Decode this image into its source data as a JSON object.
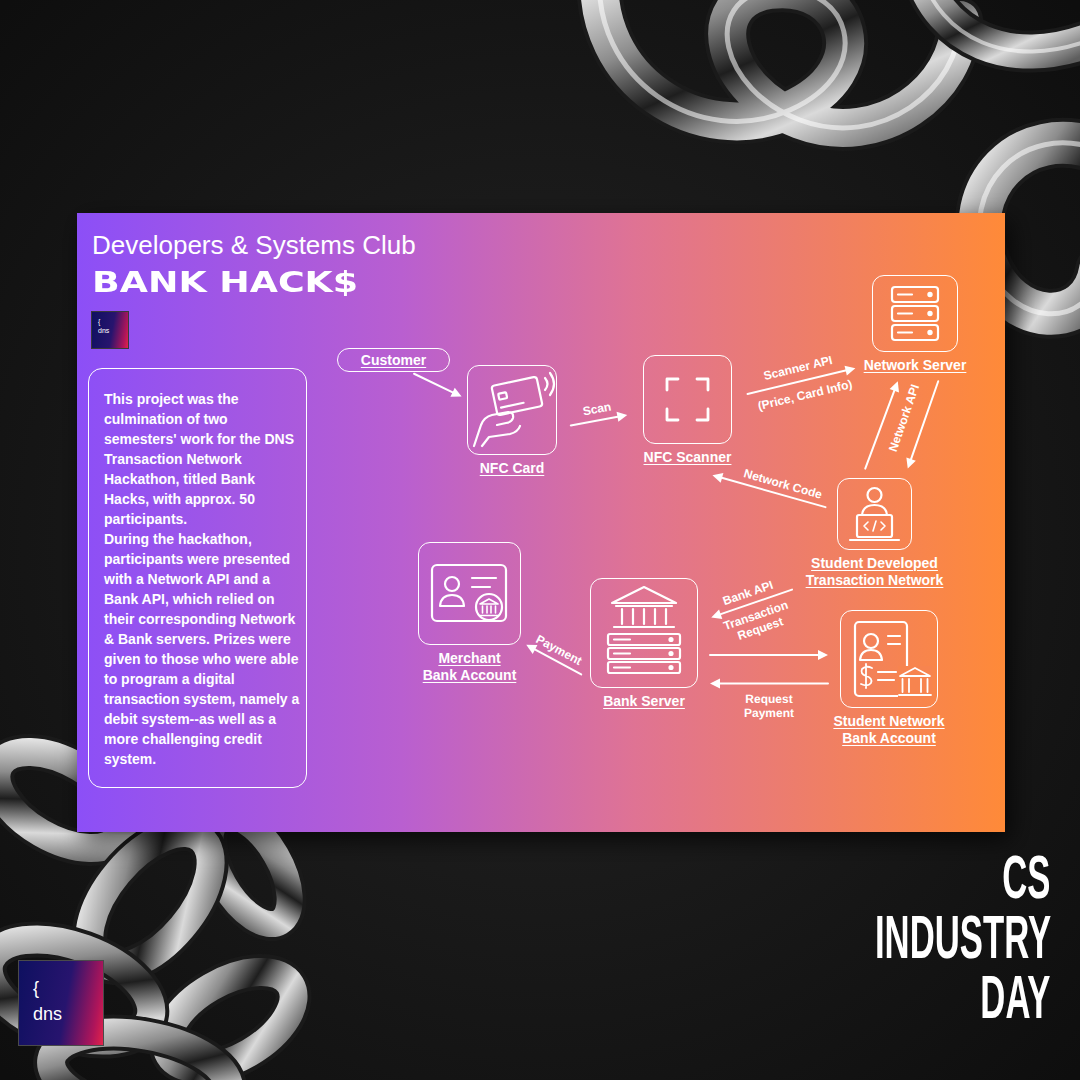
{
  "diagram": {
    "nodes": [
      {
        "text": [
          "Developers & Systems Club",
          "BANK HACK$"
        ]
      },
      {
        "text": [
          "{ dns"
        ],
        "in": 0
      },
      {
        "text": [
          "This project was the culmination of two semesters' work for the DNS Transaction Network Hackathon, titled Bank Hacks, with approx. 50 participants.",
          "During the hackathon, participants were presented with a Network API and a Bank API, which relied on their corresponding Network & Bank servers. Prizes were given to those who were able to program a digital transaction system, namely a debit system--as well as a more challenging credit system."
        ],
        "in": 0
      },
      {
        "text": [
          "Customer"
        ],
        "in": 0
      },
      {
        "text": [
          "NFC Card"
        ],
        "in": 0
      },
      {
        "text": [
          "NFC Scanner"
        ],
        "in": 0
      },
      {
        "text": [
          "Network Server"
        ],
        "in": 0
      },
      {
        "text": [
          "Student Developed Transaction Network"
        ],
        "in": 0
      },
      {
        "text": [
          "Merchant Bank Account"
        ],
        "in": 0
      },
      {
        "text": [
          "Bank Server"
        ],
        "in": 0
      },
      {
        "text": [
          "Student Network Bank Account"
        ],
        "in": 0
      },
      {
        "text": [
          "{ dns"
        ]
      }
    ],
    "edges": [
      {
        "from": 3,
        "to": 4,
        "arrow": "to"
      },
      {
        "from": 4,
        "to": 5,
        "label": "Scan",
        "arrow": "to"
      },
      {
        "from": 5,
        "to": 6,
        "label": "Scanner API",
        "arrow": "to"
      },
      {
        "from": 7,
        "to": 6,
        "arrow": "to"
      },
      {
        "from": 6,
        "to": 7,
        "label": "Network API",
        "arrow": "to"
      },
      {
        "from": 7,
        "to": 5,
        "label": "Network Code",
        "arrow": "to"
      },
      {
        "from": 7,
        "to": 9,
        "label": "Bank API",
        "arrow": "to"
      },
      {
        "from": 9,
        "to": 10,
        "arrow": "to"
      },
      {
        "from": 10,
        "to": 9,
        "label": "Request Payment",
        "arrow": "to"
      },
      {
        "from": 9,
        "to": 8,
        "label": "Payment",
        "arrow": "to"
      }
    ],
    "labels": [
      "(Price, Card Info)",
      "Transaction Request",
      "CS INDUSTRY DAY"
    ]
  }
}
